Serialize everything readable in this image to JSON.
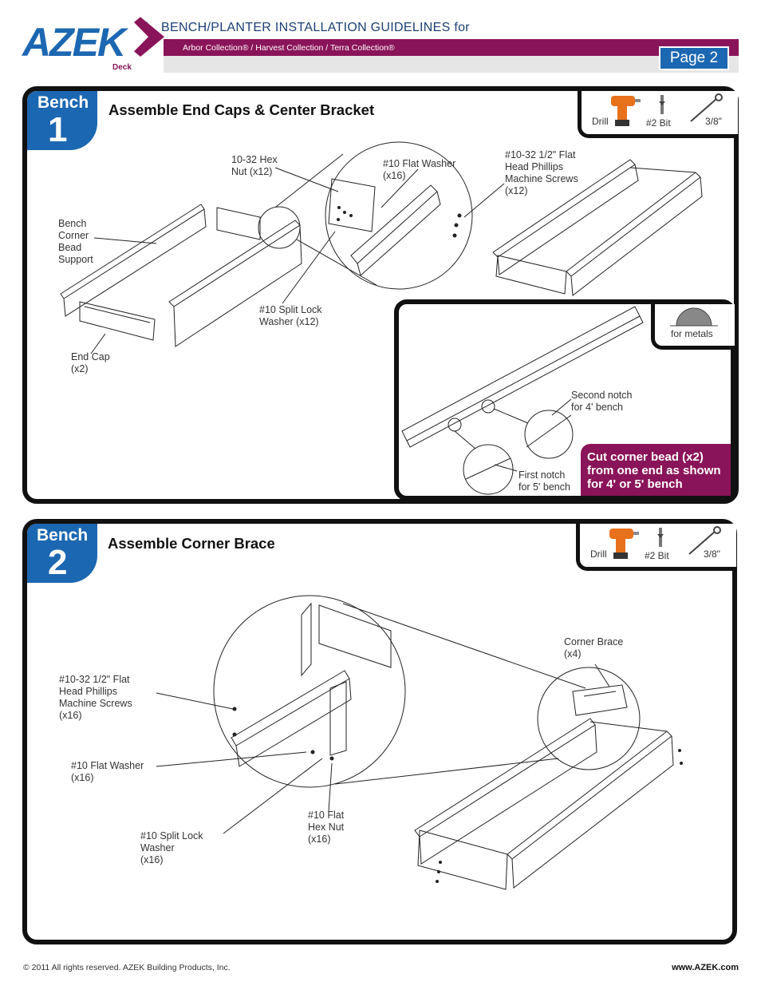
{
  "header": {
    "logo": "AZEK",
    "logo_sub": "Deck",
    "registered": "®",
    "title": "BENCH/PLANTER INSTALLATION GUIDELINES for",
    "collections": "Arbor Collection® / Harvest Collection / Terra Collection®",
    "page": "Page 2"
  },
  "colors": {
    "brand_blue": "#1c67b1",
    "brand_purple": "#8a1459",
    "drill_orange": "#e8711c"
  },
  "tools": {
    "drill": "Drill",
    "bit": "#2 Bit",
    "wrench": "3/8\""
  },
  "step1": {
    "word": "Bench",
    "number": "1",
    "title": "Assemble End Caps & Center Bracket",
    "labels": {
      "hex_nut": "10-32 Hex\nNut (x12)",
      "flat_washer": "#10 Flat Washer\n(x16)",
      "screws": "#10-32  1/2\" Flat\nHead Phillips\nMachine Screws\n(x12)",
      "corner_bead": "Bench\nCorner\nBead\nSupport",
      "split_lock": "#10 Split Lock\nWasher (x12)",
      "end_cap": "End Cap\n(x2)"
    },
    "cut": {
      "saw_label": "for metals",
      "second_notch": "Second notch\nfor 4' bench",
      "first_notch": "First notch\nfor 5' bench",
      "instruction": "Cut corner bead (x2)\nfrom one end as shown\nfor 4' or 5' bench"
    }
  },
  "step2": {
    "word": "Bench",
    "number": "2",
    "title": "Assemble Corner Brace",
    "labels": {
      "screws": "#10-32  1/2\" Flat\nHead Phillips\nMachine Screws\n(x16)",
      "flat_washer": "#10 Flat Washer\n(x16)",
      "split_lock": "#10 Split Lock\nWasher\n(x16)",
      "hex_nut": "#10 Flat\nHex Nut\n(x16)",
      "corner_brace": "Corner Brace\n(x4)"
    }
  },
  "footer": {
    "copyright": "© 2011  All rights reserved.  AZEK Building Products, Inc.",
    "url": "www.AZEK.com"
  }
}
